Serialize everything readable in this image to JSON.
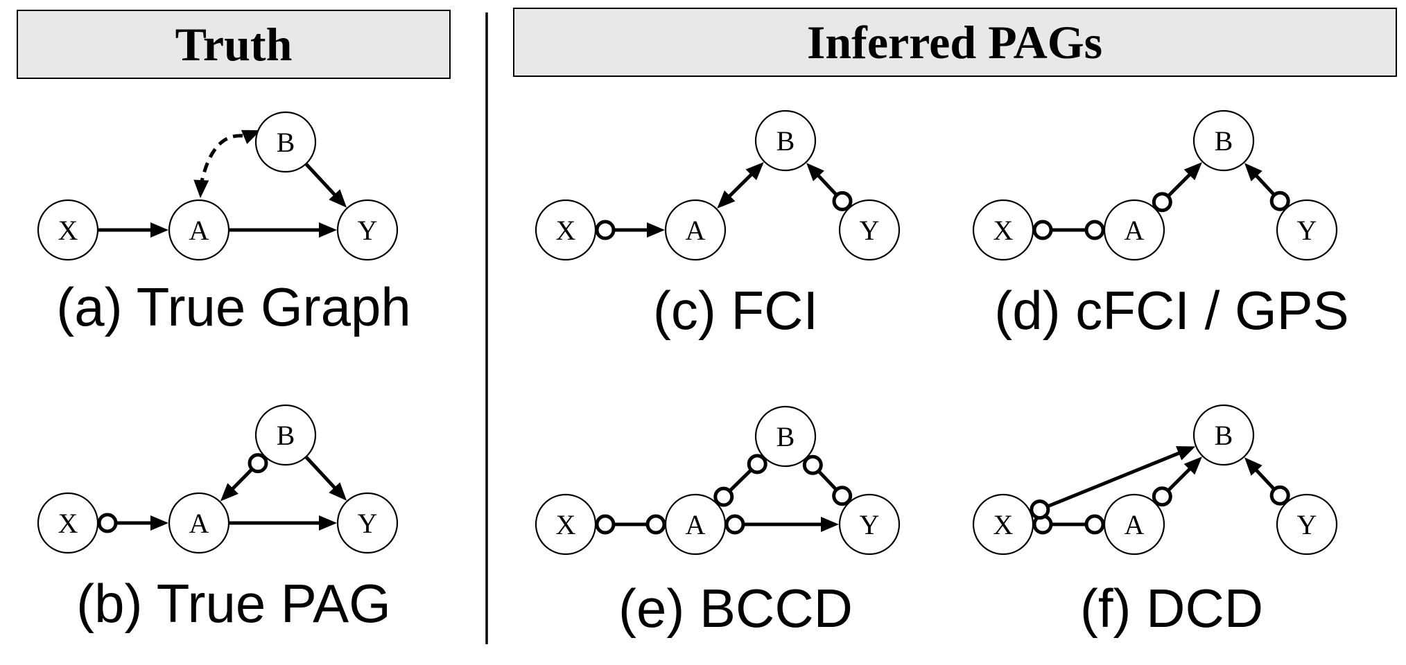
{
  "headers": {
    "truth": "Truth",
    "inferred": "Inferred PAGs"
  },
  "panels": [
    {
      "id": "true-graph",
      "caption": "(a) True Graph",
      "nodes": {
        "X": "X",
        "A": "A",
        "B": "B",
        "Y": "Y"
      },
      "edges": [
        {
          "from": "X",
          "to": "A",
          "tail": "none",
          "head": "arrow"
        },
        {
          "from": "A",
          "to": "Y",
          "tail": "none",
          "head": "arrow"
        },
        {
          "from": "B",
          "to": "Y",
          "tail": "none",
          "head": "arrow"
        },
        {
          "from": "B",
          "to": "A",
          "tail": "arrow",
          "head": "arrow",
          "style": "dashed-curved"
        }
      ]
    },
    {
      "id": "true-pag",
      "caption": "(b) True PAG",
      "nodes": {
        "X": "X",
        "A": "A",
        "B": "B",
        "Y": "Y"
      },
      "edges": [
        {
          "from": "X",
          "to": "A",
          "tail": "circle",
          "head": "arrow"
        },
        {
          "from": "B",
          "to": "A",
          "tail": "circle",
          "head": "arrow"
        },
        {
          "from": "B",
          "to": "Y",
          "tail": "none",
          "head": "arrow"
        },
        {
          "from": "A",
          "to": "Y",
          "tail": "none",
          "head": "arrow"
        }
      ]
    },
    {
      "id": "fci",
      "caption": "(c) FCI",
      "nodes": {
        "X": "X",
        "A": "A",
        "B": "B",
        "Y": "Y"
      },
      "edges": [
        {
          "from": "X",
          "to": "A",
          "tail": "circle",
          "head": "arrow"
        },
        {
          "from": "A",
          "to": "B",
          "tail": "arrow",
          "head": "arrow"
        },
        {
          "from": "Y",
          "to": "B",
          "tail": "circle",
          "head": "arrow"
        }
      ]
    },
    {
      "id": "cfci-gps",
      "caption": "(d) cFCI / GPS",
      "nodes": {
        "X": "X",
        "A": "A",
        "B": "B",
        "Y": "Y"
      },
      "edges": [
        {
          "from": "X",
          "to": "A",
          "tail": "circle",
          "head": "circle"
        },
        {
          "from": "A",
          "to": "B",
          "tail": "circle",
          "head": "arrow"
        },
        {
          "from": "Y",
          "to": "B",
          "tail": "circle",
          "head": "arrow"
        }
      ]
    },
    {
      "id": "bccd",
      "caption": "(e) BCCD",
      "nodes": {
        "X": "X",
        "A": "A",
        "B": "B",
        "Y": "Y"
      },
      "edges": [
        {
          "from": "X",
          "to": "A",
          "tail": "circle",
          "head": "circle"
        },
        {
          "from": "A",
          "to": "B",
          "tail": "circle",
          "head": "circle"
        },
        {
          "from": "B",
          "to": "Y",
          "tail": "circle",
          "head": "circle"
        },
        {
          "from": "A",
          "to": "Y",
          "tail": "circle",
          "head": "arrow"
        }
      ]
    },
    {
      "id": "dcd",
      "caption": "(f) DCD",
      "nodes": {
        "X": "X",
        "A": "A",
        "B": "B",
        "Y": "Y"
      },
      "edges": [
        {
          "from": "X",
          "to": "A",
          "tail": "circle",
          "head": "circle"
        },
        {
          "from": "X",
          "to": "B",
          "tail": "circle",
          "head": "arrow"
        },
        {
          "from": "A",
          "to": "B",
          "tail": "circle",
          "head": "arrow"
        },
        {
          "from": "Y",
          "to": "B",
          "tail": "circle",
          "head": "arrow"
        }
      ]
    }
  ]
}
